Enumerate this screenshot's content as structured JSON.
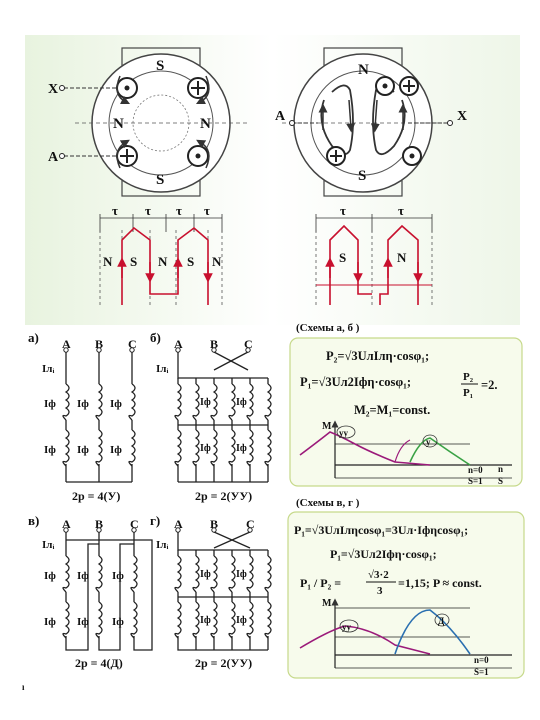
{
  "top_left_motor": {
    "poles": [
      "S",
      "N",
      "N",
      "S"
    ],
    "terminals": [
      "X",
      "A"
    ]
  },
  "top_right_motor": {
    "poles": [
      "N",
      "S"
    ],
    "terminals": [
      "A",
      "X"
    ]
  },
  "wave_left": {
    "tau": [
      "τ",
      "τ",
      "τ",
      "τ"
    ],
    "poles": [
      "N",
      "S",
      "N",
      "S",
      "N"
    ]
  },
  "wave_right": {
    "tau": [
      "τ",
      "τ"
    ],
    "poles": [
      "S",
      "N"
    ]
  },
  "scheme_a": {
    "label": "а)",
    "phases": [
      "A",
      "B",
      "C"
    ],
    "line_current": "Iлᵢ",
    "phase_current": "Iф",
    "caption": "2p = 4(У)"
  },
  "scheme_b": {
    "label": "б)",
    "phases": [
      "A",
      "B",
      "C"
    ],
    "line_current": "Iлᵢ",
    "phase_current": "Iф",
    "caption": "2p = 2(УУ)"
  },
  "scheme_v": {
    "label": "в)",
    "phases": [
      "A",
      "B",
      "C"
    ],
    "line_current": "Iлᵢ",
    "phase_current": "Iф",
    "caption": "2p = 4(Д)"
  },
  "scheme_g": {
    "label": "г)",
    "phases": [
      "A",
      "B",
      "C"
    ],
    "line_current": "Iлᵢ",
    "phase_current": "Iф",
    "caption": "2p = 2(УУ)"
  },
  "panel_ab": {
    "heading": "(Схемы а, б )",
    "f1": "P₂=√3UлIлη·cosφ₁;",
    "f2": "P₁=√3Uл2Iфη·cosφ₁;",
    "f3_num": "P₂",
    "f3_den": "P₁",
    "f3_tail": "=2.",
    "f4": "M₂=M₁=const.",
    "graph_m": "M",
    "graph_curve1": "уу",
    "graph_curve2": "у",
    "graph_n0": "n=0",
    "graph_n": "n",
    "graph_s1": "S=1",
    "graph_s": "S"
  },
  "panel_vg": {
    "heading": "(Схемы в, г )",
    "f1": "P₁=√3UлIлηcosφ₁=3Uл·Iфηcosφ₁;",
    "f2": "P₁=√3Uл2Iфη·cosφ₁;",
    "f3_lhs": "P₁ / P₂ =",
    "f3_num": "√3·2",
    "f3_den": "3",
    "f3_tail": "=1,15;  P ≈ const.",
    "graph_m": "M",
    "graph_curve1": "уу",
    "graph_curve2": "Д",
    "graph_n0": "n=0",
    "graph_s1": "S=1"
  },
  "footer_mark": "ı"
}
